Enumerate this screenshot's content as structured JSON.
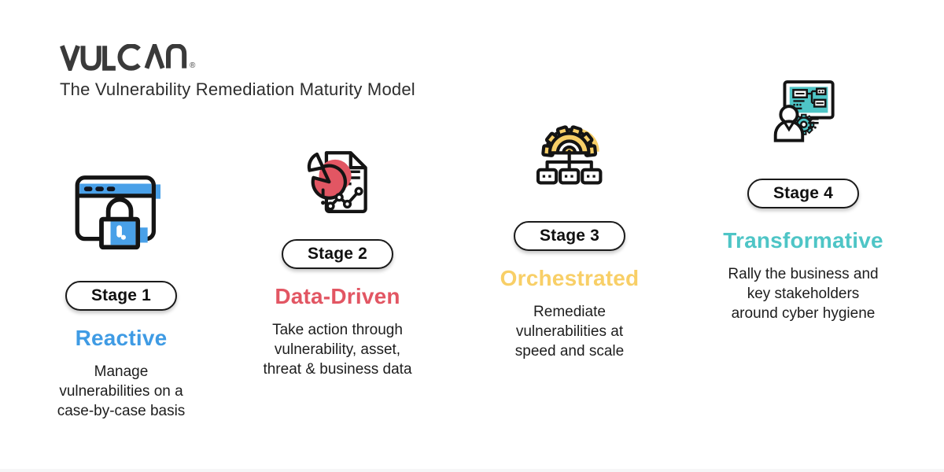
{
  "header": {
    "brand": "VULCAN",
    "registered_mark": "®",
    "subtitle": "The Vulnerability Remediation Maturity Model"
  },
  "colors": {
    "blue": "#3f9be4",
    "red": "#e25663",
    "yellow": "#f8cf67",
    "teal": "#4ec5c6",
    "ink": "#1a1a1a",
    "logo": "#3a3a3a"
  },
  "stages": [
    {
      "badge": "Stage 1",
      "title": "Reactive",
      "title_color": "#3f9be4",
      "icon": "browser-lock-icon",
      "description": [
        "Manage",
        "vulnerabilities on a",
        "case-by-case basis"
      ]
    },
    {
      "badge": "Stage 2",
      "title": "Data-Driven",
      "title_color": "#e25663",
      "icon": "report-pie-chart-icon",
      "description": [
        "Take action through",
        "vulnerability, asset,",
        "threat & business data"
      ]
    },
    {
      "badge": "Stage 3",
      "title": "Orchestrated",
      "title_color": "#f8cf67",
      "icon": "gear-org-chart-icon",
      "description": [
        "Remediate",
        "vulnerabilities at",
        "speed and scale"
      ]
    },
    {
      "badge": "Stage 4",
      "title": "Transformative",
      "title_color": "#4ec5c6",
      "icon": "presenter-dashboard-icon",
      "description": [
        "Rally the business and",
        "key stakeholders",
        "around cyber hygiene"
      ]
    }
  ]
}
